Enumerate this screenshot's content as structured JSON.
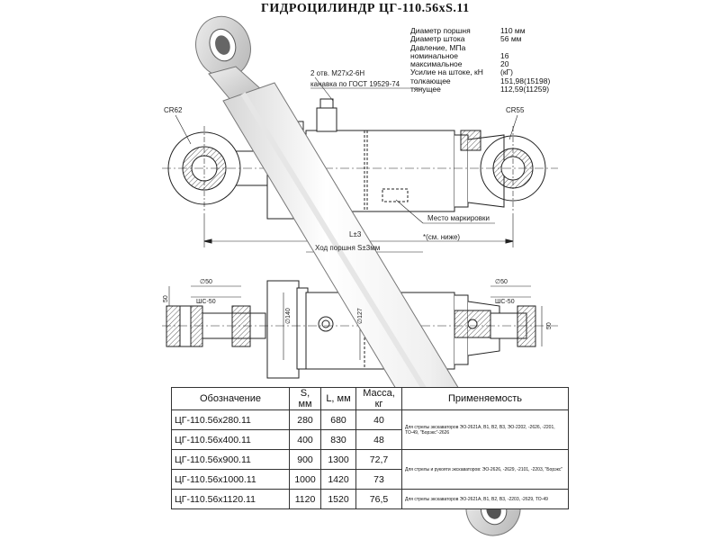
{
  "title": "ГИДРОЦИЛИНДР ЦГ-110.56хS.11",
  "specs": [
    {
      "label": "Диаметр поршня",
      "value": "110 мм"
    },
    {
      "label": "Диаметр штока",
      "value": "56 мм"
    },
    {
      "label": "Давление, МПа",
      "value": ""
    },
    {
      "label": "номинальное",
      "value": "16"
    },
    {
      "label": "максимальное",
      "value": "20"
    },
    {
      "label": "Усилие на штоке, кН",
      "value": "(кГ)"
    },
    {
      "label": "толкающее",
      "value": "151,98(15198)"
    },
    {
      "label": "тянущее",
      "value": "112,59(11259)"
    }
  ],
  "annotations": {
    "thread": "2 отв. М27х2-6Н",
    "groove": "канавка по ГОСТ 19529-74",
    "radius_left": "СR62",
    "radius_right": "СR55",
    "marking": "Место маркировки",
    "see_below": "*(см. ниже)",
    "length_L": "L±3",
    "stroke": "Ход поршня S±3мм",
    "d50_left": "∅50",
    "shs50_left": "ШС-50",
    "dim50_left": "50",
    "d50_right": "∅50",
    "shs50_right": "ШС-50",
    "dim50_right": "50",
    "d140": "∅140",
    "d127": "∅127"
  },
  "table": {
    "headers": [
      "Обозначение",
      "S, мм",
      "L, мм",
      "Масса, кг",
      "Применяемость"
    ],
    "rows": [
      {
        "designation": "ЦГ-110.56х280.11",
        "s": "280",
        "l": "680",
        "mass": "40",
        "application": "Для стрелы экскаваторов ЭО-2621А, В1, В2, В3, ЭО-2202, -2626, -2201, ТО-49, \"Борэкс\"-2626"
      },
      {
        "designation": "ЦГ-110.56х400.11",
        "s": "400",
        "l": "830",
        "mass": "48",
        "application": ""
      },
      {
        "designation": "ЦГ-110.56х900.11",
        "s": "900",
        "l": "1300",
        "mass": "72,7",
        "application": "Для стрелы и рукояти экскаваторов: ЭО-2626, -2629, -2101, -2203, \"Борэкс\""
      },
      {
        "designation": "ЦГ-110.56х1000.11",
        "s": "1000",
        "l": "1420",
        "mass": "73",
        "application": ""
      },
      {
        "designation": "ЦГ-110.56х1120.11",
        "s": "1120",
        "l": "1520",
        "mass": "76,5",
        "application": "Для стрелы экскаваторов ЭО-2621А, В1, В2, В3, -2203, -2629, ТО-49"
      }
    ]
  }
}
